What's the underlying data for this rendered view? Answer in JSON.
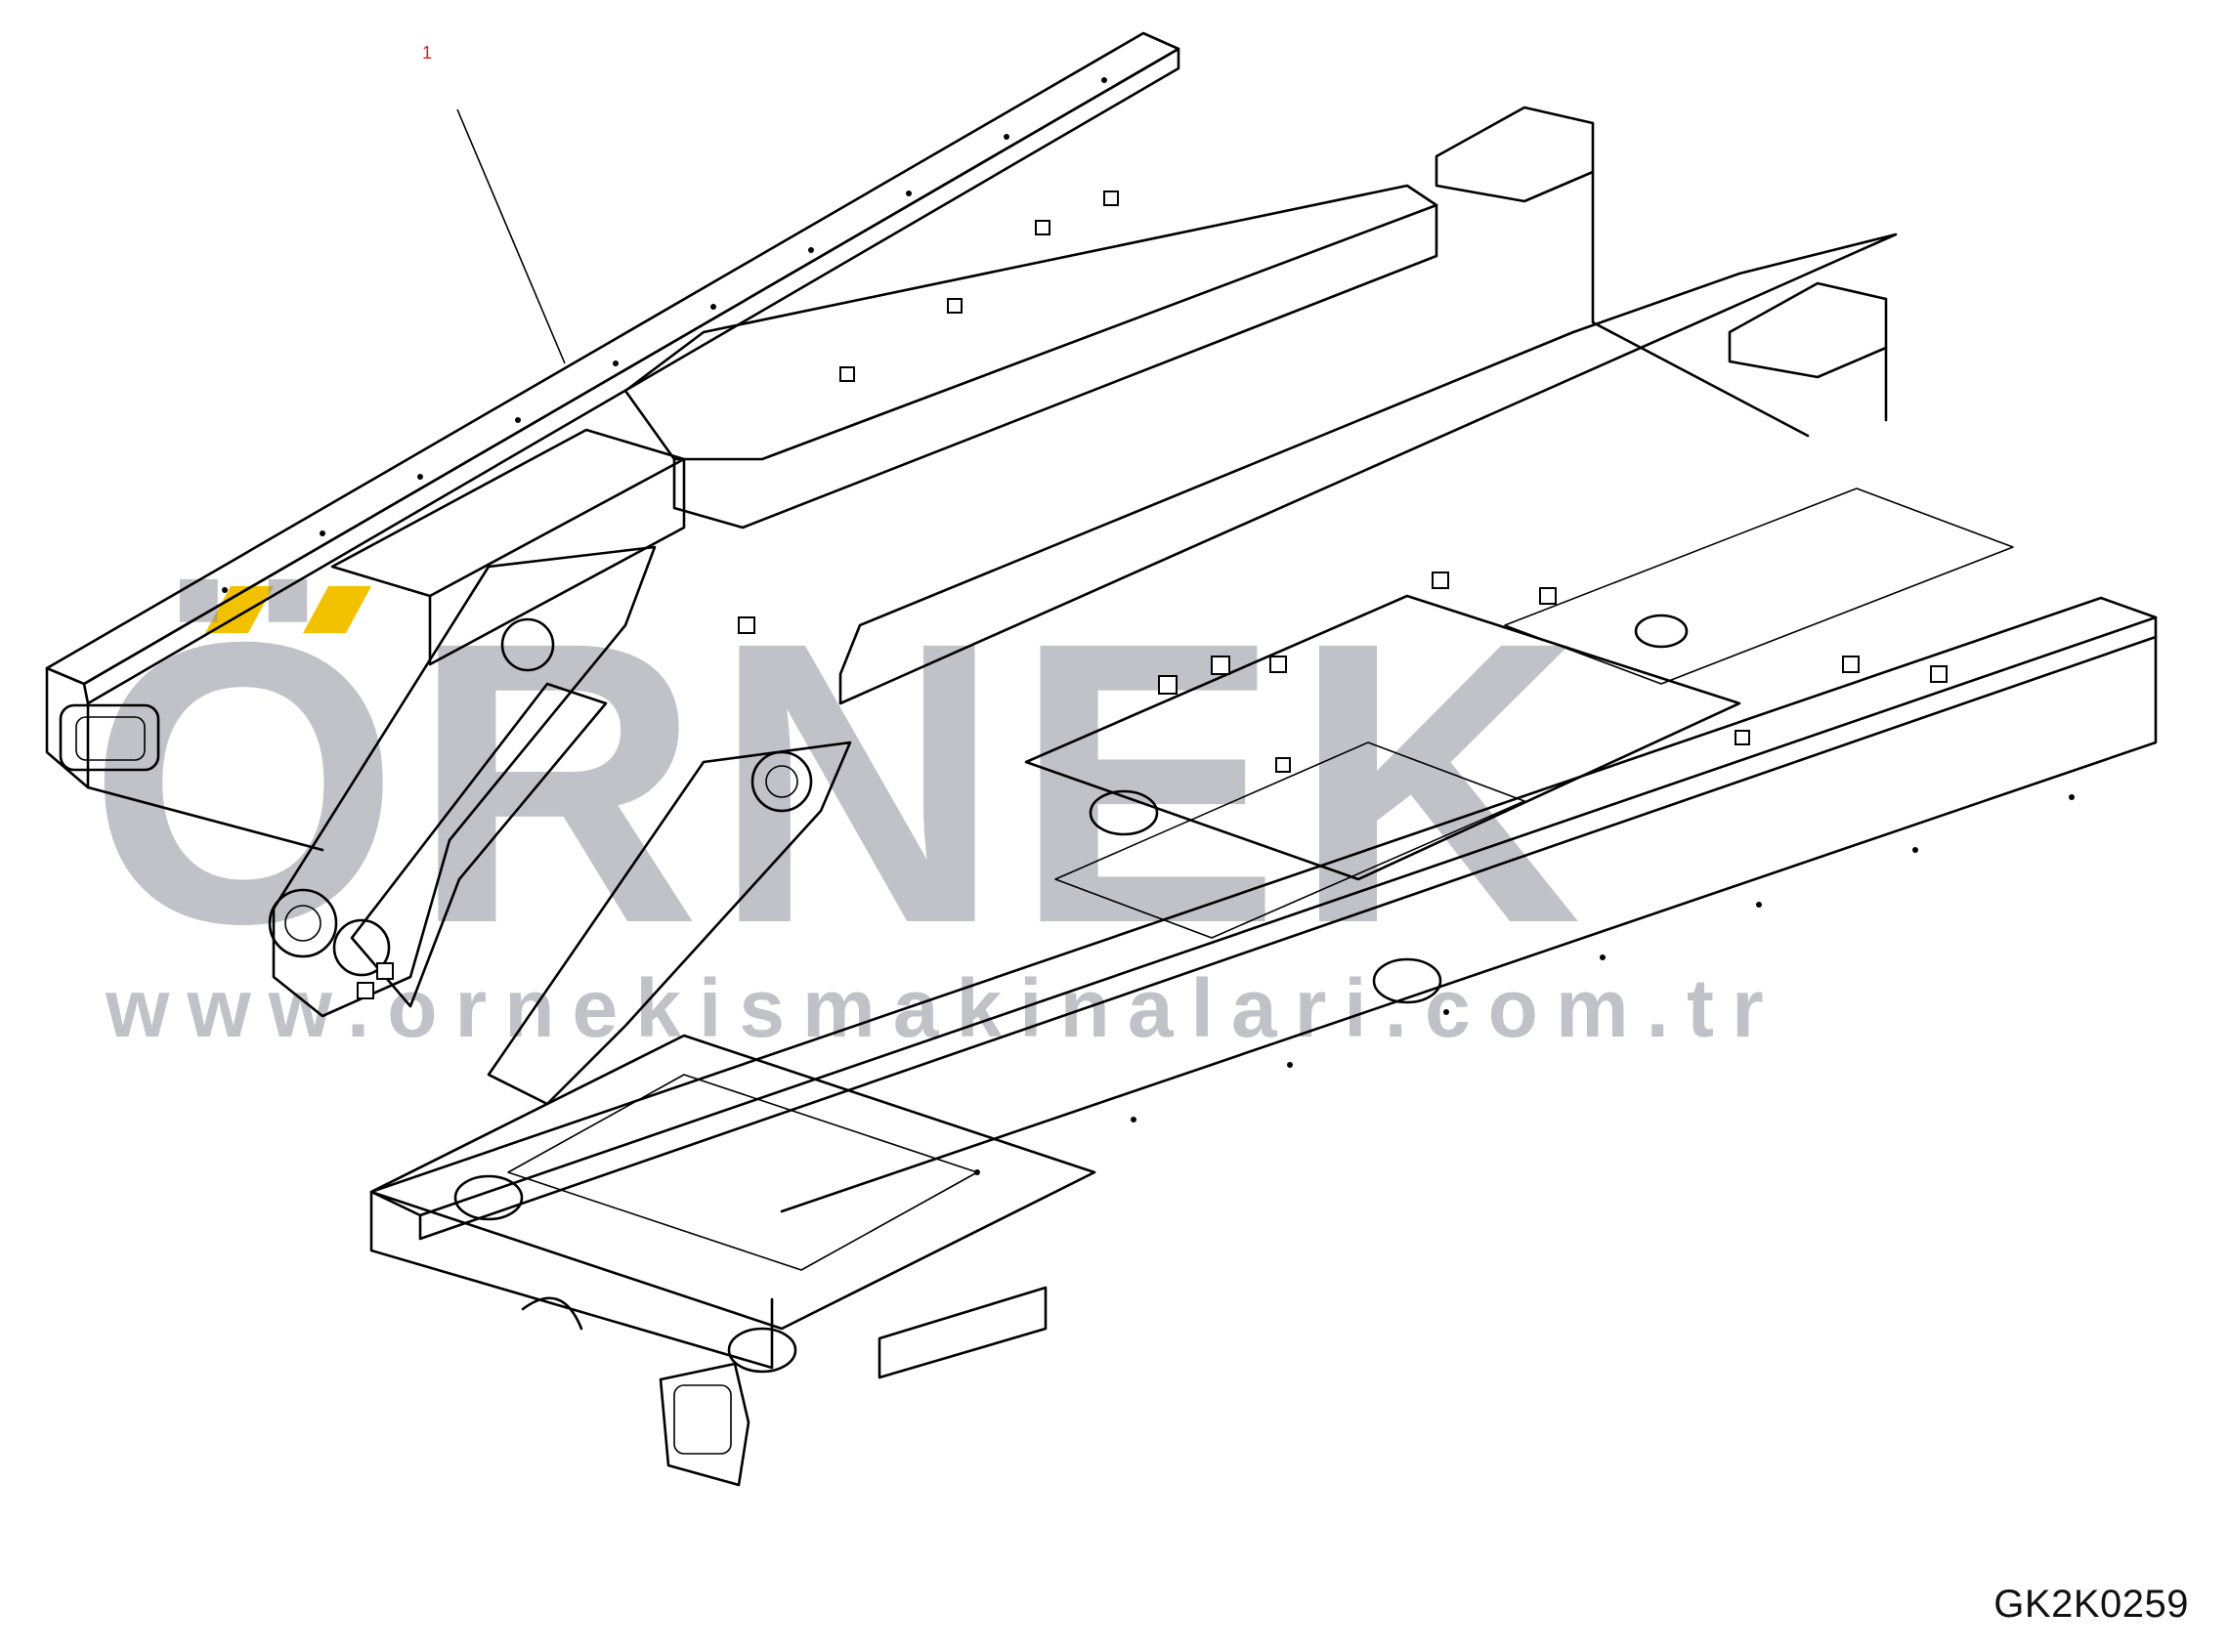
{
  "drawing": {
    "callout_number": "1",
    "drawing_code": "GK2K0259"
  },
  "watermark": {
    "brand": "ÖRNEK",
    "url": "www.ornekismakinalari.com.tr",
    "accent_color": "#f2c200",
    "text_color": "#8f8f9c"
  },
  "colors": {
    "line": "#000000",
    "background": "#ffffff",
    "callout": "#d0202a"
  }
}
